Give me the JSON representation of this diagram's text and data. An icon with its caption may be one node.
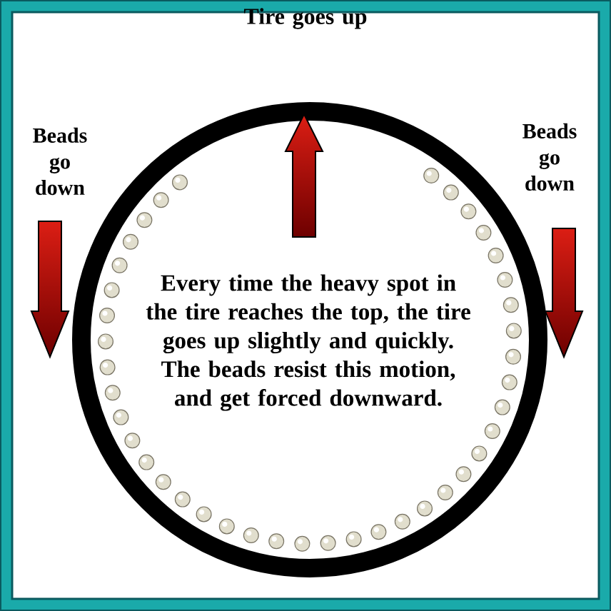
{
  "diagram": {
    "labels": [
      "Tire goes up",
      "Beads go down",
      "Beads go down",
      "Every time the heavy spot in the tire reaches the top, the tire goes up slightly and quickly.  The beads resist this motion, and get forced downward."
    ]
  }
}
